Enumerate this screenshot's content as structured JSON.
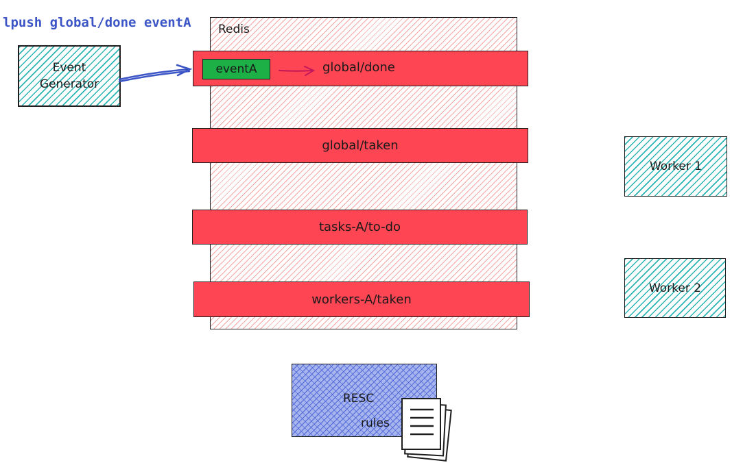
{
  "command": "lpush global/done eventA",
  "event_generator": {
    "line1": "Event",
    "line2": "Generator"
  },
  "redis": {
    "label": "Redis",
    "queues": {
      "done": "global/done",
      "taken": "global/taken",
      "todo": "tasks-A/to-do",
      "workers_taken": "workers-A/taken"
    },
    "event": "eventA"
  },
  "workers": [
    "Worker 1",
    "Worker 2"
  ],
  "resc": {
    "label": "RESC",
    "rules": "rules"
  },
  "colors": {
    "command_text": "#3b55c6",
    "queue_fill": "#fe4553",
    "event_fill": "#1db046",
    "teal_hatch": "#2ab4b4",
    "redis_hatch": "#f6a5a5",
    "resc_fill": "#a7b5ef",
    "arrow_blue": "#3b55c6",
    "arrow_magenta": "#c2185b"
  }
}
